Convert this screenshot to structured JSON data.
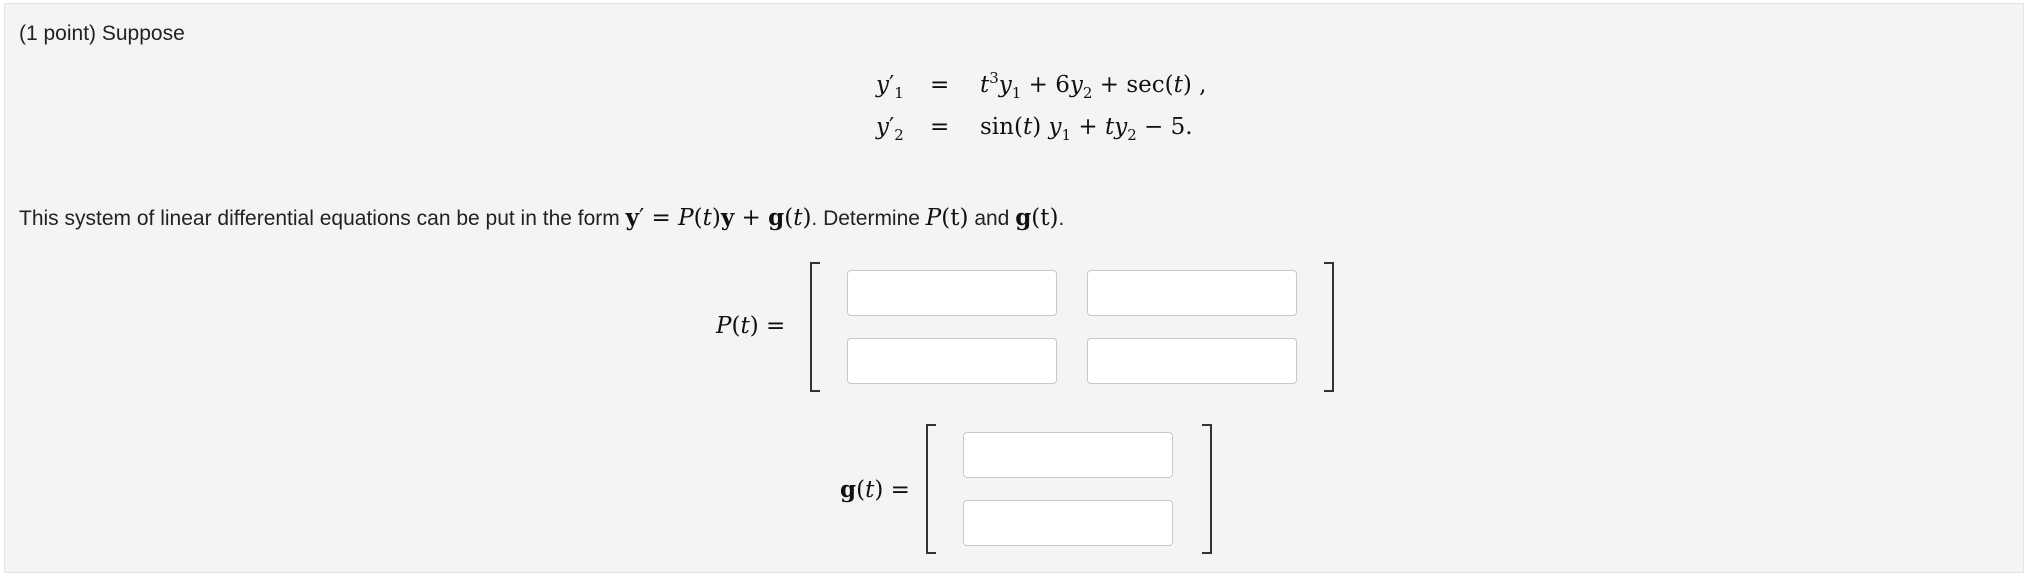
{
  "problem": {
    "points_label": "(1 point) Suppose",
    "system": [
      {
        "lhs_var": "y",
        "lhs_prime": "′",
        "lhs_sub": "1",
        "eq": "=",
        "rhs": {
          "t": "t",
          "t_exp": "3",
          "y1": "y",
          "y1_sub": "1",
          "plus1": " + 6",
          "y2": "y",
          "y2_sub": "2",
          "tail": " + sec(",
          "tail_t": "t",
          "tail_end": ") ,"
        }
      },
      {
        "lhs_var": "y",
        "lhs_prime": "′",
        "lhs_sub": "2",
        "eq": "=",
        "rhs": {
          "head": "sin(",
          "head_t": "t",
          "head_end": ") ",
          "y1": "y",
          "y1_sub": "1",
          "plus": " + ",
          "t": "t",
          "y2": "y",
          "y2_sub": "2",
          "tail": " − 5."
        }
      }
    ],
    "prompt_prefix": "This system of linear differential equations can be put in the form ",
    "form": {
      "y": "y",
      "prime": "′",
      "eq": " = ",
      "P": "P",
      "open": "(",
      "t": "t",
      "close": ")",
      "y2": "y",
      "plus": " + ",
      "g": "g",
      "end": ")"
    },
    "prompt_mid": ". Determine ",
    "P_label_inline": "P",
    "P_t_inline": "(t)",
    "and_text": " and ",
    "g_label_inline": "g",
    "g_t_inline": "(t)",
    "prompt_end": ".",
    "P_label": {
      "P": "P",
      "open": "(",
      "t": "t",
      "close": ") ="
    },
    "g_label": {
      "g": "g",
      "open": "(",
      "t": "t",
      "close": ") ="
    },
    "P_inputs": [
      {
        "value": "",
        "placeholder": ""
      },
      {
        "value": "",
        "placeholder": ""
      },
      {
        "value": "",
        "placeholder": ""
      },
      {
        "value": "",
        "placeholder": ""
      }
    ],
    "g_inputs": [
      {
        "value": "",
        "placeholder": ""
      },
      {
        "value": "",
        "placeholder": ""
      }
    ]
  }
}
